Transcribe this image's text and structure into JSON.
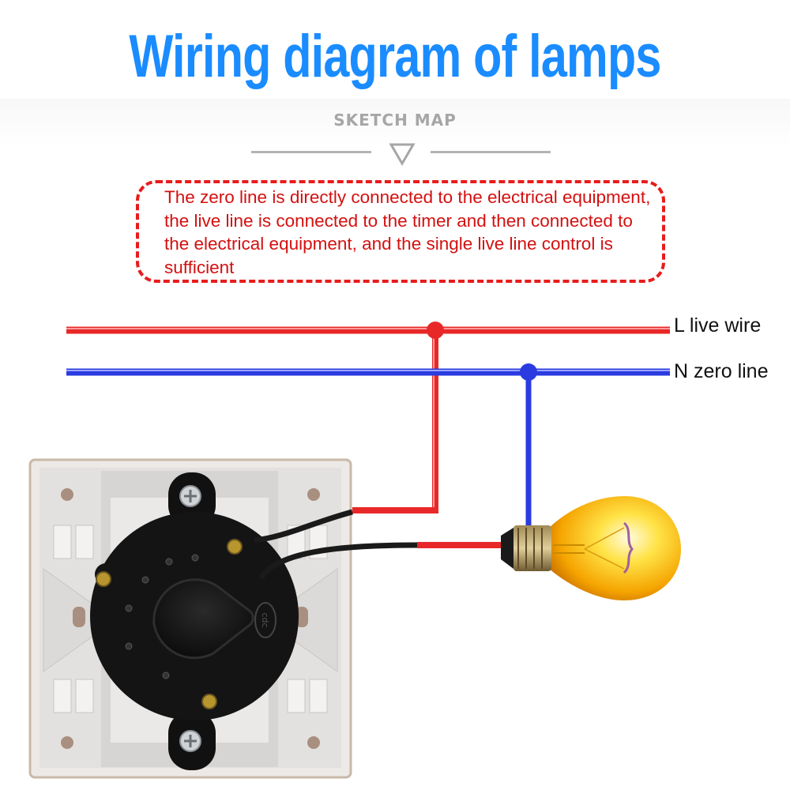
{
  "title": "Wiring diagram of lamps",
  "section_label": "SKETCH MAP",
  "description": "The zero line is directly connected to the electrical equipment, the live line is connected to the timer and then connected to the electrical equipment, and the single live line control is sufficient",
  "wires": {
    "live": {
      "label": "L live wire",
      "color": "#e82828"
    },
    "neutral": {
      "label": "N zero line",
      "color": "#2a3be0"
    }
  },
  "colors": {
    "title": "#1a8cff",
    "callout_border": "#e81c1c",
    "callout_text": "#d41010",
    "sketch_label": "#a6a6a6"
  },
  "components": {
    "timer_switch": {
      "label": "cdc"
    },
    "lamp": "incandescent-bulb"
  }
}
